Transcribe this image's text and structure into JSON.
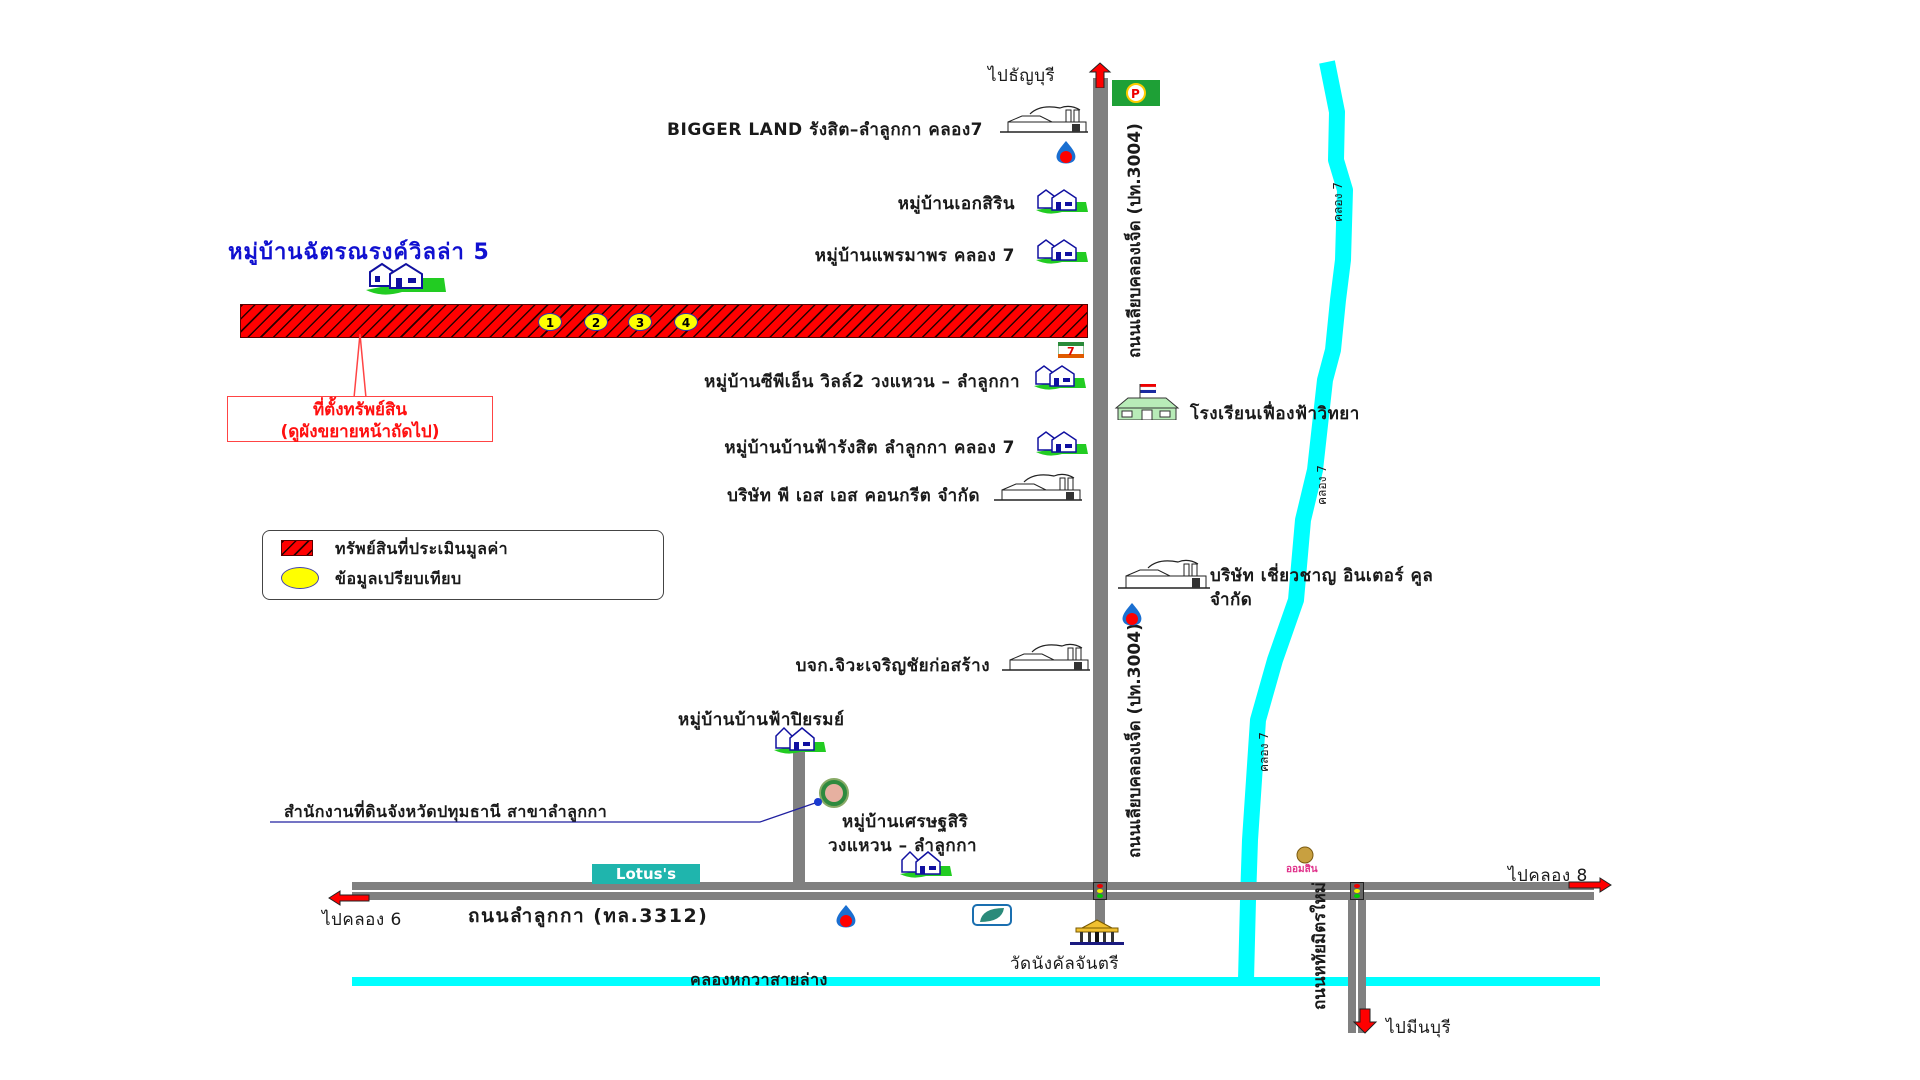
{
  "map": {
    "subject_village": "หมู่บ้านฉัตรณรงค์วิลล่า 5",
    "property_callout": {
      "line1": "ที่ตั้งทรัพย์สิน",
      "line2": "(ดูผังขยายหน้าถัดไป)"
    },
    "comparables": [
      "1",
      "2",
      "3",
      "4"
    ],
    "legend": {
      "items": [
        {
          "swatch": "red-hatch",
          "label": "ทรัพย์สินที่ประเมินมูลค่า"
        },
        {
          "swatch": "yellow-circle",
          "label": "ข้อมูลเปรียบเทียบ"
        }
      ]
    },
    "directions": {
      "north": "ไปธัญบุรี",
      "west": "ไปคลอง 6",
      "east": "ไปคลอง 8",
      "south": "ไปมีนบุรี"
    },
    "roads": {
      "main_vertical_upper": "ถนนเลียบคลองเจ็ด (ปท.3004)",
      "main_vertical_lower": "ถนนเลียบคลองเจ็ด (ปท.3004)",
      "main_horizontal": "ถนนลำลูกกา (ทล.3312)",
      "south_branch": "ถนนหทัยมิตรใหม่"
    },
    "canals": {
      "klong7_labels": [
        "คลอง 7",
        "คลอง 7",
        "คลอง 7"
      ],
      "bottom": "คลองหกวาสายล่าง"
    },
    "landmarks_west_of_road": [
      {
        "label": "BIGGER LAND รังสิต–ลำลูกกา คลอง7",
        "icon": "factory-icon"
      },
      {
        "label": "หมู่บ้านเอกสิริน",
        "icon": "village-icon"
      },
      {
        "label": "หมู่บ้านแพรมาพร คลอง 7",
        "icon": "village-icon"
      },
      {
        "label": "หมู่บ้านซีพีเอ็น วิลล์2 วงแหวน – ลำลูกกา",
        "icon": "village-icon"
      },
      {
        "label": "หมู่บ้านบ้านฟ้ารังสิต ลำลูกกา คลอง 7",
        "icon": "village-icon"
      },
      {
        "label": "บริษัท พี เอส เอส คอนกรีต จำกัด",
        "icon": "factory-icon"
      },
      {
        "label": "บจก.จิวะเจริญชัยก่อสร้าง",
        "icon": "factory-icon"
      }
    ],
    "landmarks_east_of_road": [
      {
        "label": "โรงเรียนเฟื่องฟ้าวิทยา",
        "icon": "school-icon"
      },
      {
        "label": "บริษัท เชี่ยวชาญ อินเตอร์ คูล",
        "label2": "จำกัด",
        "icon": "factory-icon"
      }
    ],
    "south_area": {
      "village_fah_piyarom": "หมู่บ้านบ้านฟ้าปิยรมย์",
      "land_office": "สำนักงานที่ดินจังหวัดปทุมธานี สาขาลำลูกกา",
      "village_setthasiri_line1": "หมู่บ้านเศรษฐสิริ",
      "village_setthasiri_line2": "วงแหวน – ลำลูกกา",
      "lotus": "Lotus's",
      "temple": "วัดนังคัลจันตรี",
      "gsb": "ออมสิน"
    },
    "colors": {
      "road": "#808080",
      "canal": "#00ffff",
      "property": "#ff0000",
      "comparable": "#ffff00",
      "title_blue": "#1010d0",
      "callout_red": "#ff1010",
      "arrow_red": "#ff0000",
      "lotus_teal": "#1fb5ad"
    }
  }
}
